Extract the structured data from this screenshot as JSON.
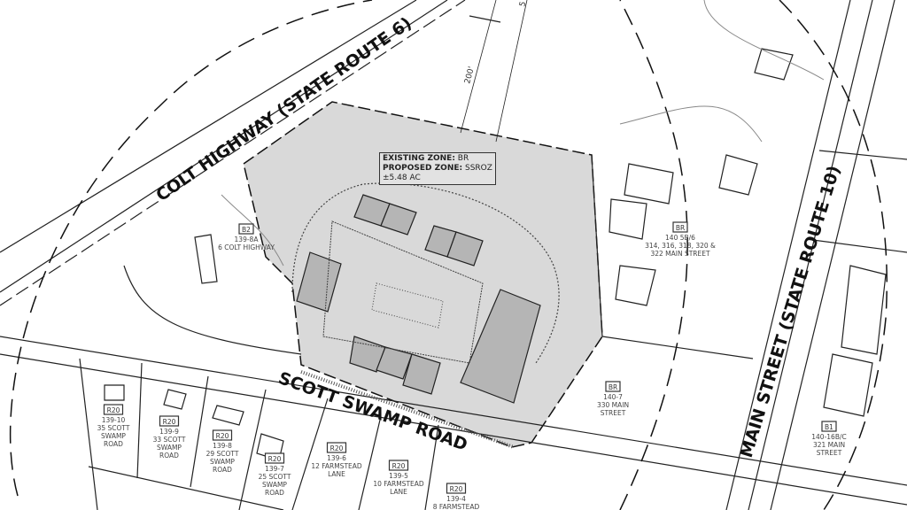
{
  "roads": {
    "colt_highway": "COLT HIGHWAY (STATE ROUTE 6)",
    "scott_swamp": "SCOTT SWAMP ROAD",
    "main_street": "MAIN STREET (STATE ROUTE 10)"
  },
  "dimension": {
    "label": "200'",
    "label_cut": "5"
  },
  "site": {
    "existing_zone_label": "EXISTING ZONE:",
    "existing_zone": "BR",
    "proposed_zone_label": "PROPOSED ZONE:",
    "proposed_zone": "SSROZ",
    "area": "±5.48 AC",
    "fill_color": "#d9d9d9"
  },
  "parcels": [
    {
      "zone": "B2",
      "id": "139-8A",
      "address": [
        "6 COLT HIGHWAY"
      ]
    },
    {
      "zone": "BR",
      "id": "140 5B/6",
      "address": [
        "314, 316, 318, 320 &",
        "322 MAIN STREET"
      ]
    },
    {
      "zone": "BR",
      "id": "140-7",
      "address": [
        "330 MAIN",
        "STREET"
      ]
    },
    {
      "zone": "B1",
      "id": "140-16B/C",
      "address": [
        "321 MAIN",
        "STREET"
      ]
    },
    {
      "zone": "R20",
      "id": "139-10",
      "address": [
        "35 SCOTT",
        "SWAMP",
        "ROAD"
      ]
    },
    {
      "zone": "R20",
      "id": "139-9",
      "address": [
        "33 SCOTT",
        "SWAMP",
        "ROAD"
      ]
    },
    {
      "zone": "R20",
      "id": "139-8",
      "address": [
        "29 SCOTT",
        "SWAMP",
        "ROAD"
      ]
    },
    {
      "zone": "R20",
      "id": "139-7",
      "address": [
        "25 SCOTT",
        "SWAMP",
        "ROAD"
      ]
    },
    {
      "zone": "R20",
      "id": "139-6",
      "address": [
        "12 FARMSTEAD",
        "LANE"
      ]
    },
    {
      "zone": "R20",
      "id": "139-5",
      "address": [
        "10 FARMSTEAD",
        "LANE"
      ]
    },
    {
      "zone": "R20",
      "id": "139-4",
      "address": [
        "8 FARMSTEAD"
      ]
    }
  ]
}
